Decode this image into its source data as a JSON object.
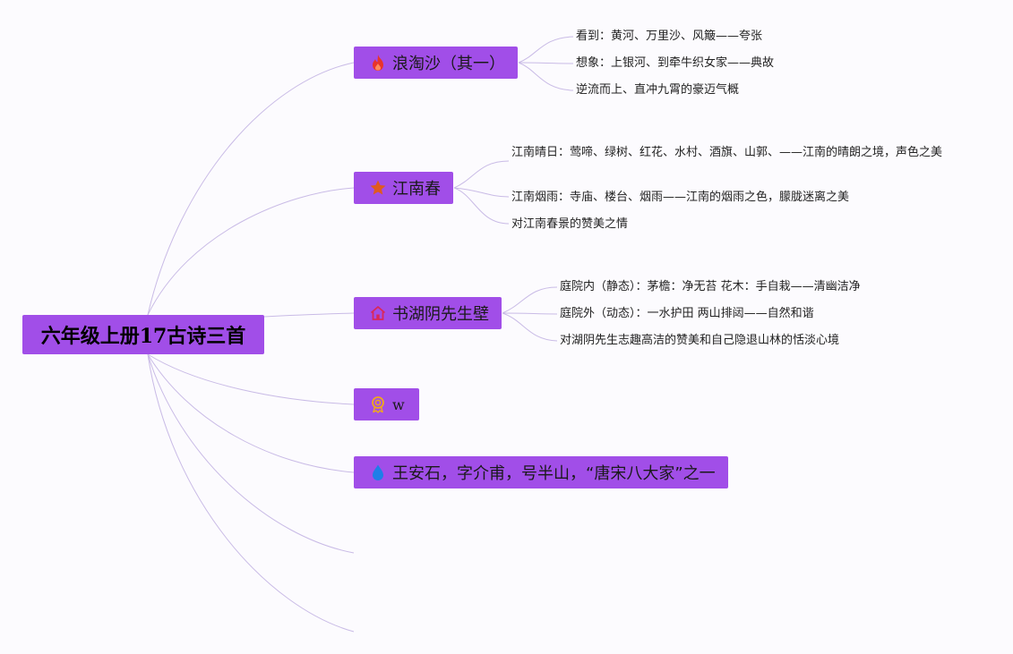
{
  "root": {
    "label": "六年级上册17古诗三首"
  },
  "branches": [
    {
      "label": "浪淘沙（其一）",
      "icon": "flame-icon",
      "leaves": [
        "看到：黄河、万里沙、风簸——夸张",
        "想象：上银河、到牵牛织女家——典故",
        "逆流而上、直冲九霄的豪迈气概"
      ]
    },
    {
      "label": "江南春",
      "icon": "star-icon",
      "leaves": [
        "江南晴日：莺啼、绿树、红花、水村、酒旗、山郭、——江南的晴朗之境，声色之美",
        "江南烟雨：寺庙、楼台、烟雨——江南的烟雨之色，朦胧迷离之美",
        "对江南春景的赞美之情"
      ]
    },
    {
      "label": "书湖阴先生壁",
      "icon": "home-icon",
      "leaves": [
        "庭院内（静态）：茅檐：净无苔 花木：手自栽——清幽洁净",
        "庭院外（动态）：一水护田 两山排闼——自然和谐",
        "对湖阴先生志趣高洁的赞美和自己隐退山林的恬淡心境"
      ]
    },
    {
      "label": "w",
      "icon": "award-ribbon-icon",
      "leaves": []
    },
    {
      "label": "王安石，字介甫，号半山，“唐宋八大家”之一",
      "icon": "drop-icon",
      "leaves": []
    }
  ],
  "colors": {
    "node_fill": "#a14ee8",
    "connector": "#c9bbe6",
    "flame": "#e8342c",
    "star": "#e05a1f",
    "home": "#d9285a",
    "award": "#f0a81c",
    "drop": "#1e7ee8",
    "background": "#fcfbfe"
  }
}
